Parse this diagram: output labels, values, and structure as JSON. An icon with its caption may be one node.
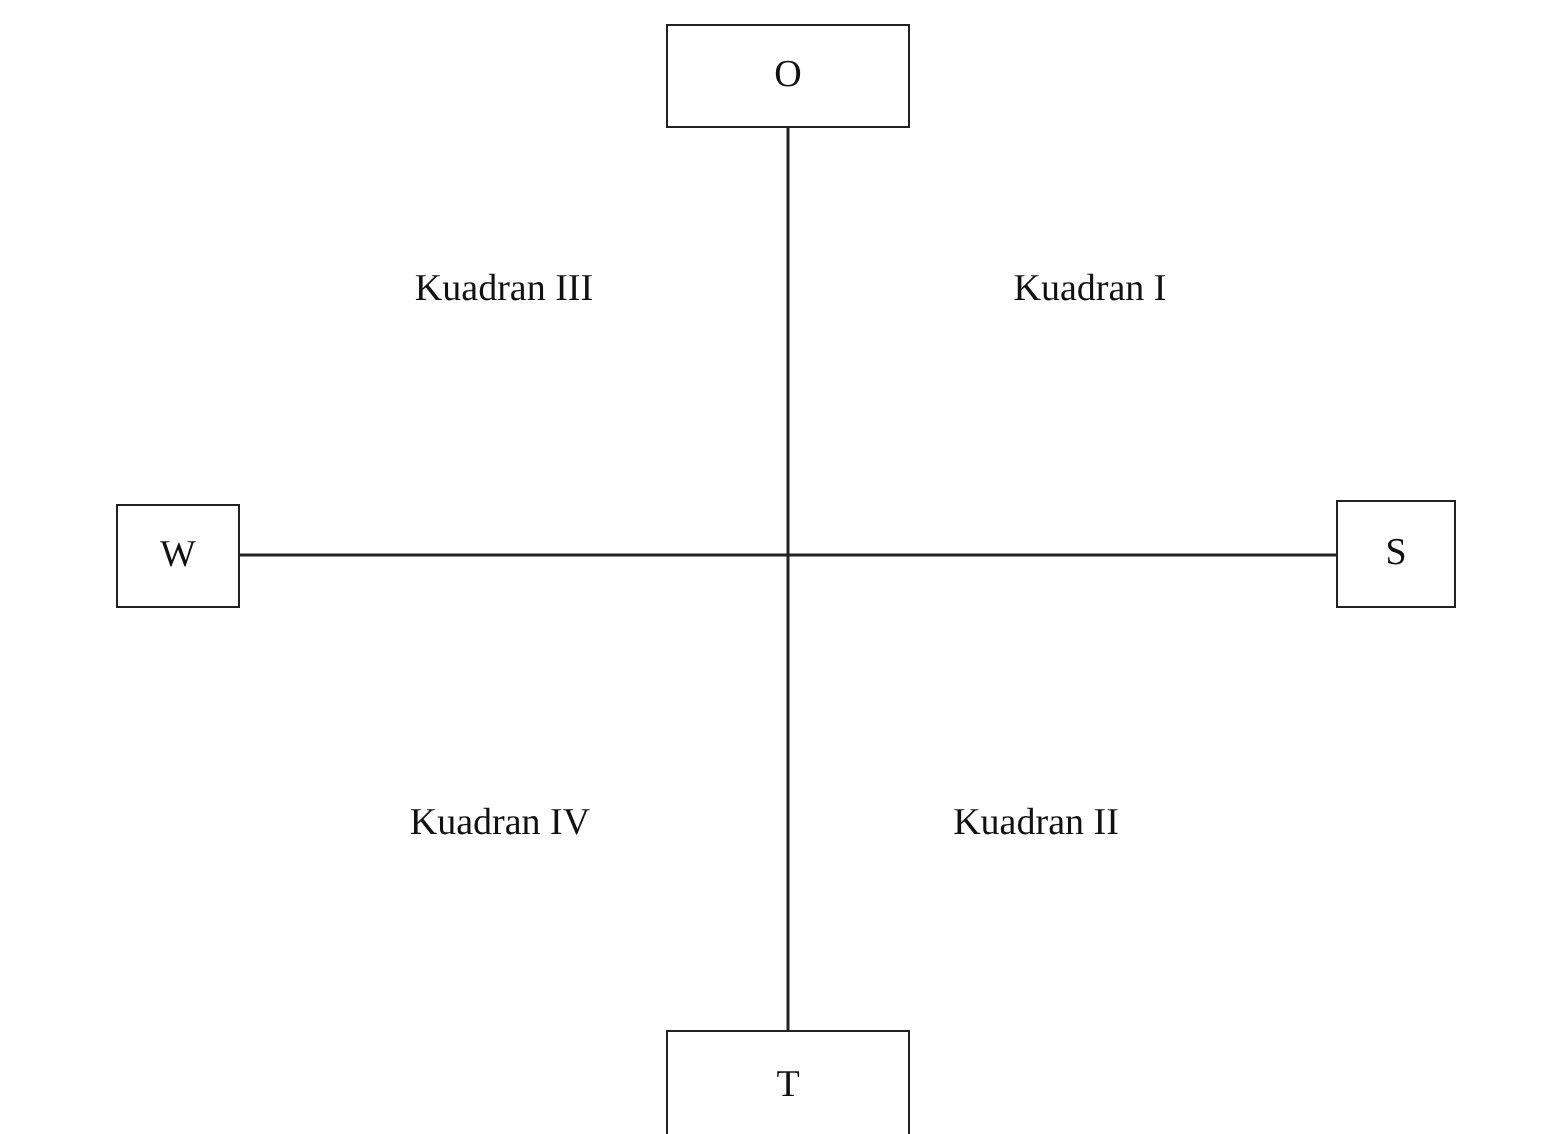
{
  "diagram": {
    "nodes": [
      {
        "text": [
          "O"
        ]
      },
      {
        "text": [
          "W"
        ]
      },
      {
        "text": [
          "S"
        ]
      },
      {
        "text": [
          "T"
        ]
      }
    ],
    "edges": [
      {
        "from": 0,
        "to": 3,
        "arrow": "none"
      },
      {
        "from": 1,
        "to": 2,
        "arrow": "none"
      }
    ],
    "labels": [
      "Kuadran III",
      "Kuadran I",
      "Kuadran IV",
      "Kuadran II"
    ]
  }
}
